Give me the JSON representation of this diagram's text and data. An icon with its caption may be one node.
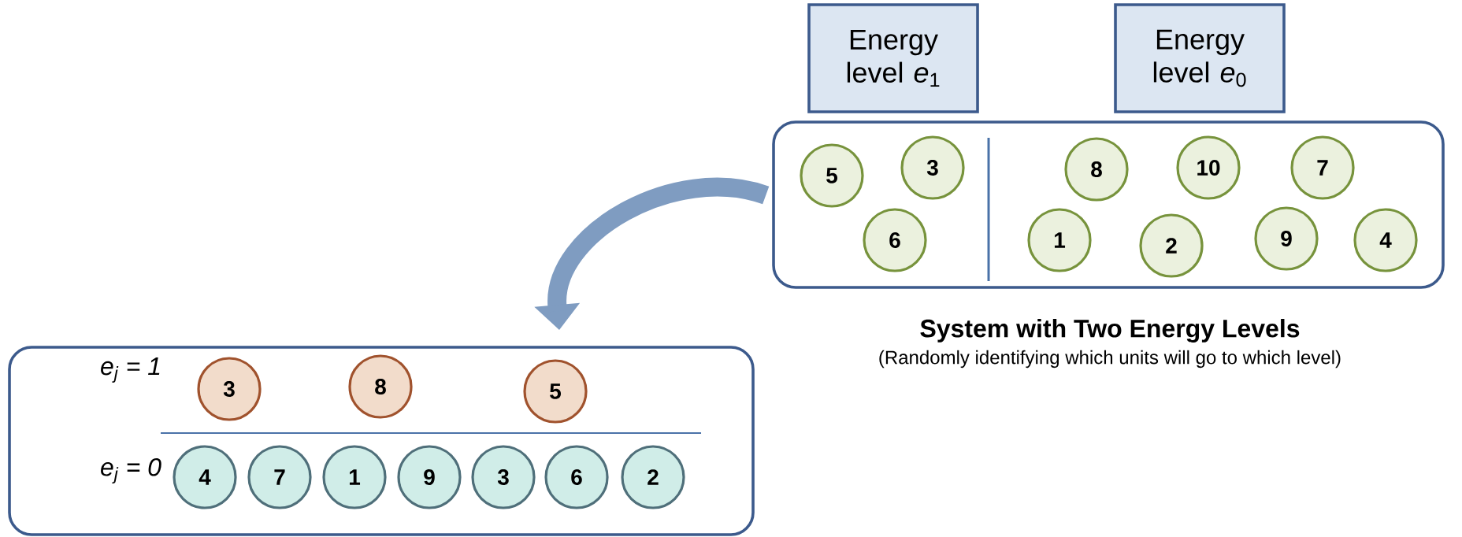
{
  "diagram": {
    "title": "System with Two Energy Levels",
    "caption": "(Randomly identifying which units will go to which level)",
    "nodes": [
      {
        "text": [
          "Energy level *e*$_{1}$"
        ]
      },
      {
        "text": [
          "Energy level *e*$_{0}$"
        ]
      },
      {
        "text": [],
        "shape": "box"
      },
      {
        "text": [
          "5"
        ],
        "in": 2
      },
      {
        "text": [
          "3"
        ],
        "in": 2
      },
      {
        "text": [
          "6"
        ],
        "in": 2
      },
      {
        "text": [
          "8"
        ],
        "in": 2
      },
      {
        "text": [
          "10"
        ],
        "in": 2
      },
      {
        "text": [
          "7"
        ],
        "in": 2
      },
      {
        "text": [
          "1"
        ],
        "in": 2
      },
      {
        "text": [
          "2"
        ],
        "in": 2
      },
      {
        "text": [
          "9"
        ],
        "in": 2
      },
      {
        "text": [
          "4"
        ],
        "in": 2
      },
      {
        "text": [],
        "shape": "box"
      },
      {
        "text": [
          "3"
        ],
        "in": 13
      },
      {
        "text": [
          "8"
        ],
        "in": 13
      },
      {
        "text": [
          "5"
        ],
        "in": 13
      },
      {
        "text": [
          "4"
        ],
        "in": 13
      },
      {
        "text": [
          "7"
        ],
        "in": 13
      },
      {
        "text": [
          "1"
        ],
        "in": 13
      },
      {
        "text": [
          "9"
        ],
        "in": 13
      },
      {
        "text": [
          "3"
        ],
        "in": 13
      },
      {
        "text": [
          "6"
        ],
        "in": 13
      },
      {
        "text": [
          "2"
        ],
        "in": 13
      }
    ],
    "edges": [
      {
        "from": 2,
        "to": 13,
        "arrow": "to"
      }
    ],
    "labels": [
      "e$_{j}$ = 1",
      "e$_{j}$ = 0"
    ]
  }
}
